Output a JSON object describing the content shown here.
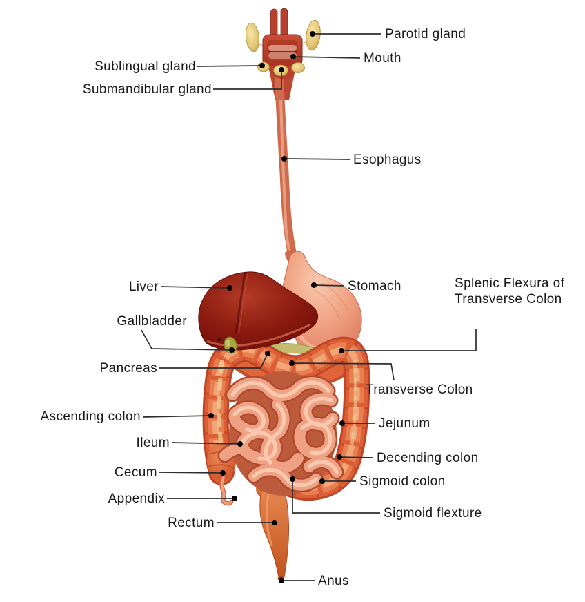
{
  "figure_type": "anatomical-diagram",
  "subject": "human digestive system",
  "style": {
    "background": "#ffffff",
    "label_color": "#191919",
    "leader_line_color": "#2e2e2e",
    "dot_color": "#000000"
  },
  "palette": {
    "liver": "#8c1a10",
    "stomach": "#eda585",
    "colon": "#d9572f",
    "small_intestine": "#efa184",
    "salivary_glands": "#e7cd82",
    "gallbladder": "#a9a342",
    "pancreas": "#c3bb6e",
    "rectum": "#dd7742",
    "esophagus": "#d3704f"
  },
  "labels": [
    {
      "id": "parotid-gland",
      "text": "Parotid gland"
    },
    {
      "id": "mouth",
      "text": "Mouth"
    },
    {
      "id": "sublingual-gland",
      "text": "Sublingual gland"
    },
    {
      "id": "submandibular-gland",
      "text": "Submandibular gland"
    },
    {
      "id": "esophagus",
      "text": "Esophagus"
    },
    {
      "id": "liver",
      "text": "Liver"
    },
    {
      "id": "stomach",
      "text": "Stomach"
    },
    {
      "id": "splenic-flexura",
      "text": "Splenic Flexura of Transverse Colon"
    },
    {
      "id": "gallbladder",
      "text": "Gallbladder"
    },
    {
      "id": "pancreas",
      "text": "Pancreas"
    },
    {
      "id": "transverse-colon",
      "text": "Transverse Colon"
    },
    {
      "id": "ascending-colon",
      "text": "Ascending colon"
    },
    {
      "id": "jejunum",
      "text": "Jejunum"
    },
    {
      "id": "ileum",
      "text": "Ileum"
    },
    {
      "id": "decending-colon",
      "text": "Decending colon"
    },
    {
      "id": "cecum",
      "text": "Cecum"
    },
    {
      "id": "sigmoid-colon",
      "text": "Sigmoid colon"
    },
    {
      "id": "appendix",
      "text": "Appendix"
    },
    {
      "id": "sigmoid-flexture",
      "text": "Sigmoid flexture"
    },
    {
      "id": "rectum",
      "text": "Rectum"
    },
    {
      "id": "anus",
      "text": "Anus"
    }
  ]
}
